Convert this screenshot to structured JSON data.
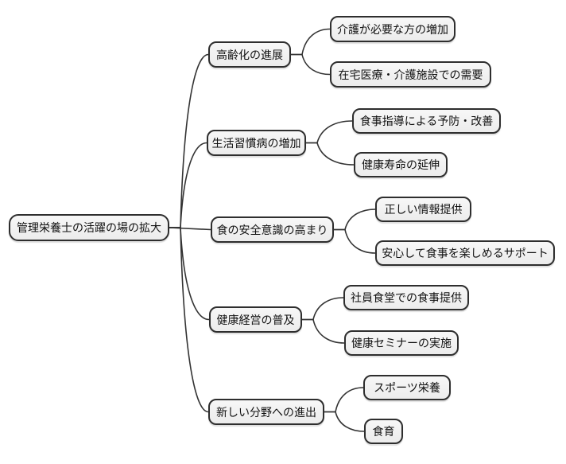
{
  "colors": {
    "background": "#ffffff",
    "node_fill": "#f1f1f1",
    "node_border": "#2e2e2e",
    "connector": "#333333",
    "text": "#111111"
  },
  "mindmap": {
    "root": {
      "label": "管理栄養士の活躍の場の拡大"
    },
    "branches": [
      {
        "label": "高齢化の進展",
        "children": [
          {
            "label": "介護が必要な方の増加"
          },
          {
            "label": "在宅医療・介護施設での需要"
          }
        ]
      },
      {
        "label": "生活習慣病の増加",
        "children": [
          {
            "label": "食事指導による予防・改善"
          },
          {
            "label": "健康寿命の延伸"
          }
        ]
      },
      {
        "label": "食の安全意識の高まり",
        "children": [
          {
            "label": "正しい情報提供"
          },
          {
            "label": "安心して食事を楽しめるサポート"
          }
        ]
      },
      {
        "label": "健康経営の普及",
        "children": [
          {
            "label": "社員食堂での食事提供"
          },
          {
            "label": "健康セミナーの実施"
          }
        ]
      },
      {
        "label": "新しい分野への進出",
        "children": [
          {
            "label": "スポーツ栄養"
          },
          {
            "label": "食育"
          }
        ]
      }
    ]
  }
}
